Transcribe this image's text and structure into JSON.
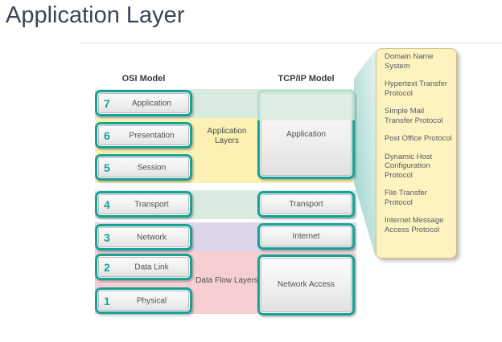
{
  "title": "Application Layer",
  "osi_model": {
    "header": "OSI Model",
    "layers": [
      {
        "number": "7",
        "name": "Application"
      },
      {
        "number": "6",
        "name": "Presentation"
      },
      {
        "number": "5",
        "name": "Session"
      },
      {
        "number": "4",
        "name": "Transport"
      },
      {
        "number": "3",
        "name": "Network"
      },
      {
        "number": "2",
        "name": "Data Link"
      },
      {
        "number": "1",
        "name": "Physical"
      }
    ]
  },
  "tcpip_model": {
    "header": "TCP/IP Model",
    "layers": [
      {
        "name": "Application"
      },
      {
        "name": "Transport"
      },
      {
        "name": "Internet"
      },
      {
        "name": "Network Access"
      }
    ]
  },
  "group_labels": {
    "application_layers": "Application Layers",
    "data_flow_layers": "Data Flow Layers"
  },
  "application_protocols": [
    "Domain Name System",
    "Hypertext Transfer Protocol",
    "Simple Mail Transfer Protocol",
    "Post Office Protocol",
    "Dynamic Host Configuration Protocol",
    "File Transfer Protocol",
    "Internet Message Access Protocol"
  ],
  "colors": {
    "teal": "#16a296",
    "mint": "#d8ebde",
    "yellow": "#faf1b2",
    "lavender": "#ddd6eb",
    "pink": "#f7cfd3",
    "callout_bg": "#fdf3c0",
    "callout_border": "#cfc083",
    "title_color": "#3e4456",
    "header_color": "#3a3a3a",
    "label_color": "#4f4f4f",
    "callout_text": "#565b60",
    "beam_dark": "#9bd2cc",
    "beam_light": "#e4f3f1"
  }
}
